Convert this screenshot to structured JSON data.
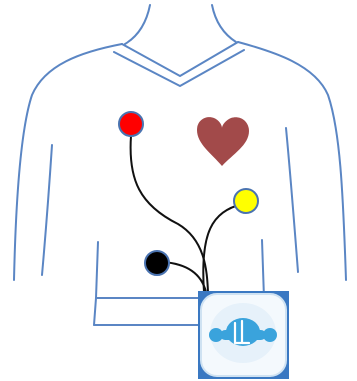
{
  "diagram": {
    "electrodes": [
      {
        "id": "red",
        "color": "#ff0000"
      },
      {
        "id": "yellow",
        "color": "#ffff00"
      },
      {
        "id": "black",
        "color": "#000000"
      }
    ],
    "colors": {
      "outline": "#5b86c4",
      "heart": "#a24a4a",
      "wire": "#111111",
      "device_frame": "#3a78c2",
      "device_face": "#e9f3fb",
      "device_logo": "#3aa3dc"
    },
    "icons": [
      "torso-outline",
      "heart-icon",
      "monitor-device-icon"
    ]
  }
}
